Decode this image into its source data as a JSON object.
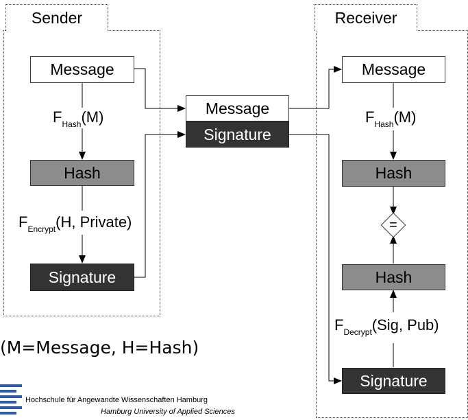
{
  "sender": {
    "title": "Sender",
    "message": "Message",
    "hash_fn": {
      "main": "F",
      "sub": "Hash",
      "args": "(M)"
    },
    "hash": "Hash",
    "encrypt_fn": {
      "main": "F",
      "sub": "Encrypt",
      "args": "(H, Private)"
    },
    "signature": "Signature"
  },
  "channel": {
    "message": "Message",
    "signature": "Signature"
  },
  "receiver": {
    "title": "Receiver",
    "message": "Message",
    "hash_fn": {
      "main": "F",
      "sub": "Hash",
      "args": "(M)"
    },
    "hash_top": "Hash",
    "compare": "=",
    "hash_bottom": "Hash",
    "decrypt_fn": {
      "main": "F",
      "sub": "Decrypt",
      "args": "(Sig, Pub)"
    },
    "signature": "Signature"
  },
  "legend": "(M=Message, H=Hash)",
  "footer": {
    "line1": "Hochschule für Angewandte Wissenschaften Hamburg",
    "line2": "Hamburg University of Applied Sciences"
  },
  "colors": {
    "gray_box": "#8c8c8c",
    "dark_box": "#333333",
    "logo_blue": "#2a5ca8"
  }
}
